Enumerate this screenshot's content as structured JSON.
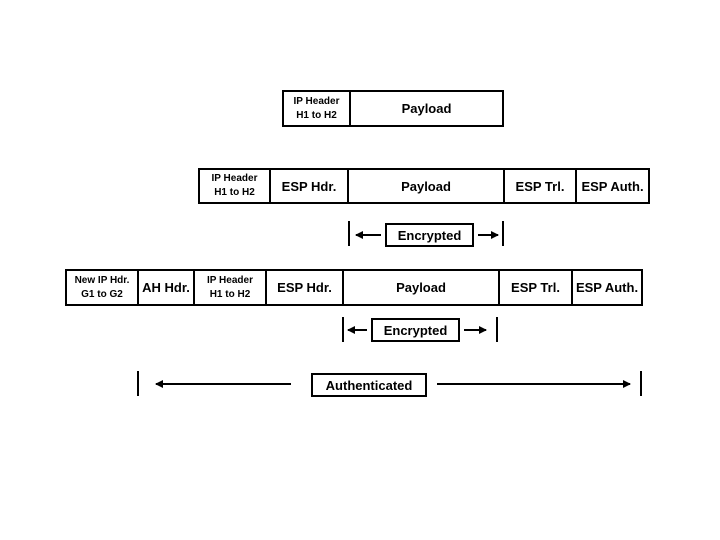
{
  "packet_original": {
    "ip_header": "IP Header\nH1 to H2",
    "payload": "Payload"
  },
  "packet_esp": {
    "ip_header": "IP Header\nH1 to H2",
    "esp_hdr": "ESP Hdr.",
    "payload": "Payload",
    "esp_trl": "ESP Trl.",
    "esp_auth": "ESP Auth.",
    "encrypted_label": "Encrypted"
  },
  "packet_tunnel": {
    "new_ip_hdr": "New IP Hdr.\nG1 to G2",
    "ah_hdr": "AH Hdr.",
    "ip_header": "IP Header\nH1 to H2",
    "esp_hdr": "ESP Hdr.",
    "payload": "Payload",
    "esp_trl": "ESP Trl.",
    "esp_auth": "ESP Auth.",
    "encrypted_label": "Encrypted",
    "authenticated_label": "Authenticated"
  }
}
